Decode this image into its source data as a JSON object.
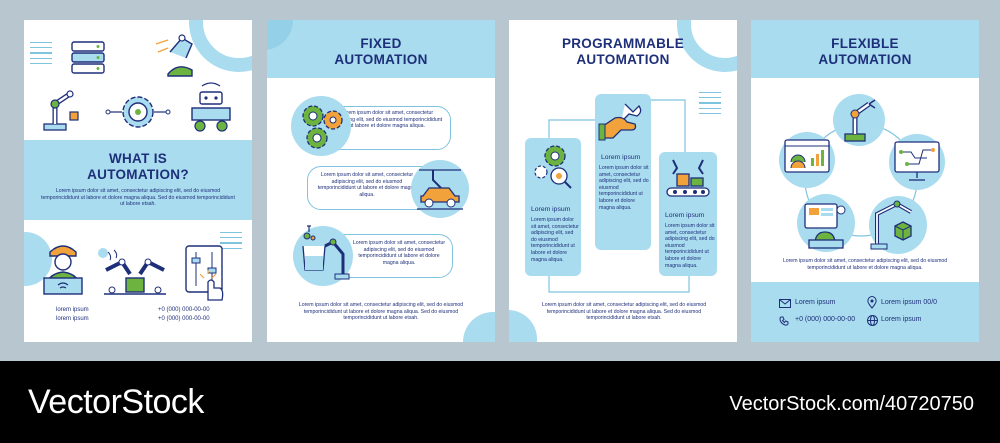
{
  "colors": {
    "background": "#b7c6cf",
    "accent_light": "#a9dcef",
    "accent": "#7fc4df",
    "navy": "#1e2f7a",
    "orange": "#f2a23a",
    "green": "#6cb43f"
  },
  "page1": {
    "title_line1": "WHAT IS",
    "title_line2": "AUTOMATION?",
    "body": "Lorem ipsum dolor sit amet, consectetur adipiscing elit, sed do eiusmod temporincididunt ut labore et dolore magna aliqua. Sed do eiusmod temporincididunt ut labore etsah.",
    "contact1": "lorem ipsum",
    "contact2": "lorem ipsum",
    "phone1": "+0 (000) 000-00-00",
    "phone2": "+0 (000) 000-00-00",
    "icons": [
      "database-icon",
      "welding-robot-icon",
      "robot-arm-icon",
      "gear-circuit-icon",
      "robot-cart-icon",
      "engineer-laptop-icon",
      "assembly-line-icon",
      "control-panel-icon"
    ]
  },
  "page2": {
    "title_line1": "FIXED",
    "title_line2": "AUTOMATION",
    "block1": "Lorem ipsum dolor sit amet, consectetur adipiscing elit, sed do eiusmod temporincididunt ut labore et dolore magna aliqua.",
    "block2": "Lorem ipsum dolor sit amet, consectetur adipiscing elit, sed do eiusmod temporincididunt ut labore et dolore magna aliqua.",
    "block3": "Lorem ipsum dolor sit amet, consectetur adipiscing elit, sed do eiusmod temporincididunt ut labore et dolore magna aliqua.",
    "footer": "Lorem ipsum dolor sit amet, consectetur adipiscing elit, sed do eiusmod temporincididunt ut labore et dolore magna aliqua. Sed do eiusmod temporincididunt ut labore etsah.",
    "icons": [
      "gears-icon",
      "car-production-icon",
      "lab-robot-icon"
    ]
  },
  "page3": {
    "title_line1": "PROGRAMMABLE",
    "title_line2": "AUTOMATION",
    "col1_heading": "Lorem ipsum",
    "col1_body": "Lorem ipsum dolor sit amet, consectetur adipiscing elit, sed do eiusmod temporincididunt ut labore et dolore magna aliqua.",
    "col2_heading": "Lorem ipsum",
    "col2_body": "Lorem ipsum dolor sit amet, consectetur adipiscing elit, sed do eiusmod temporincididunt ut labore et dolore magna aliqua.",
    "col3_heading": "Lorem ipsum",
    "col3_body": "Lorem ipsum dolor sit amet, consectetur adipiscing elit, sed do eiusmod temporincididunt ut labore et dolore magna aliqua.",
    "footer": "Lorem ipsum dolor sit amet, consectetur adipiscing elit, sed do eiusmod temporincididunt ut labore et dolore magna aliqua. Sed do eiusmod temporincididunt ut labore etsah.",
    "icons": [
      "gear-search-icon",
      "hand-wrench-icon",
      "conveyor-robot-icon"
    ]
  },
  "page4": {
    "title_line1": "FLEXIBLE",
    "title_line2": "AUTOMATION",
    "body": "Lorem ipsum dolor sit amet, consectetur adipiscing elit, sed do eiusmod temporincididunt ut labore et dolore magna aliqua.",
    "email": "Lorem ipsum",
    "location": "Lorem ipsum 00/0",
    "phone": "+0 (000) 000-00-00",
    "web": "Lorem ipsum",
    "icons": [
      "robot-arm-icon",
      "dashboard-icon",
      "monitor-circuit-icon",
      "control-station-icon",
      "cube-robot-icon",
      "mail-icon",
      "location-pin-icon",
      "phone-icon",
      "globe-icon"
    ]
  },
  "watermark": {
    "left": "VectorStock",
    "right": "VectorStock.com/40720750"
  }
}
